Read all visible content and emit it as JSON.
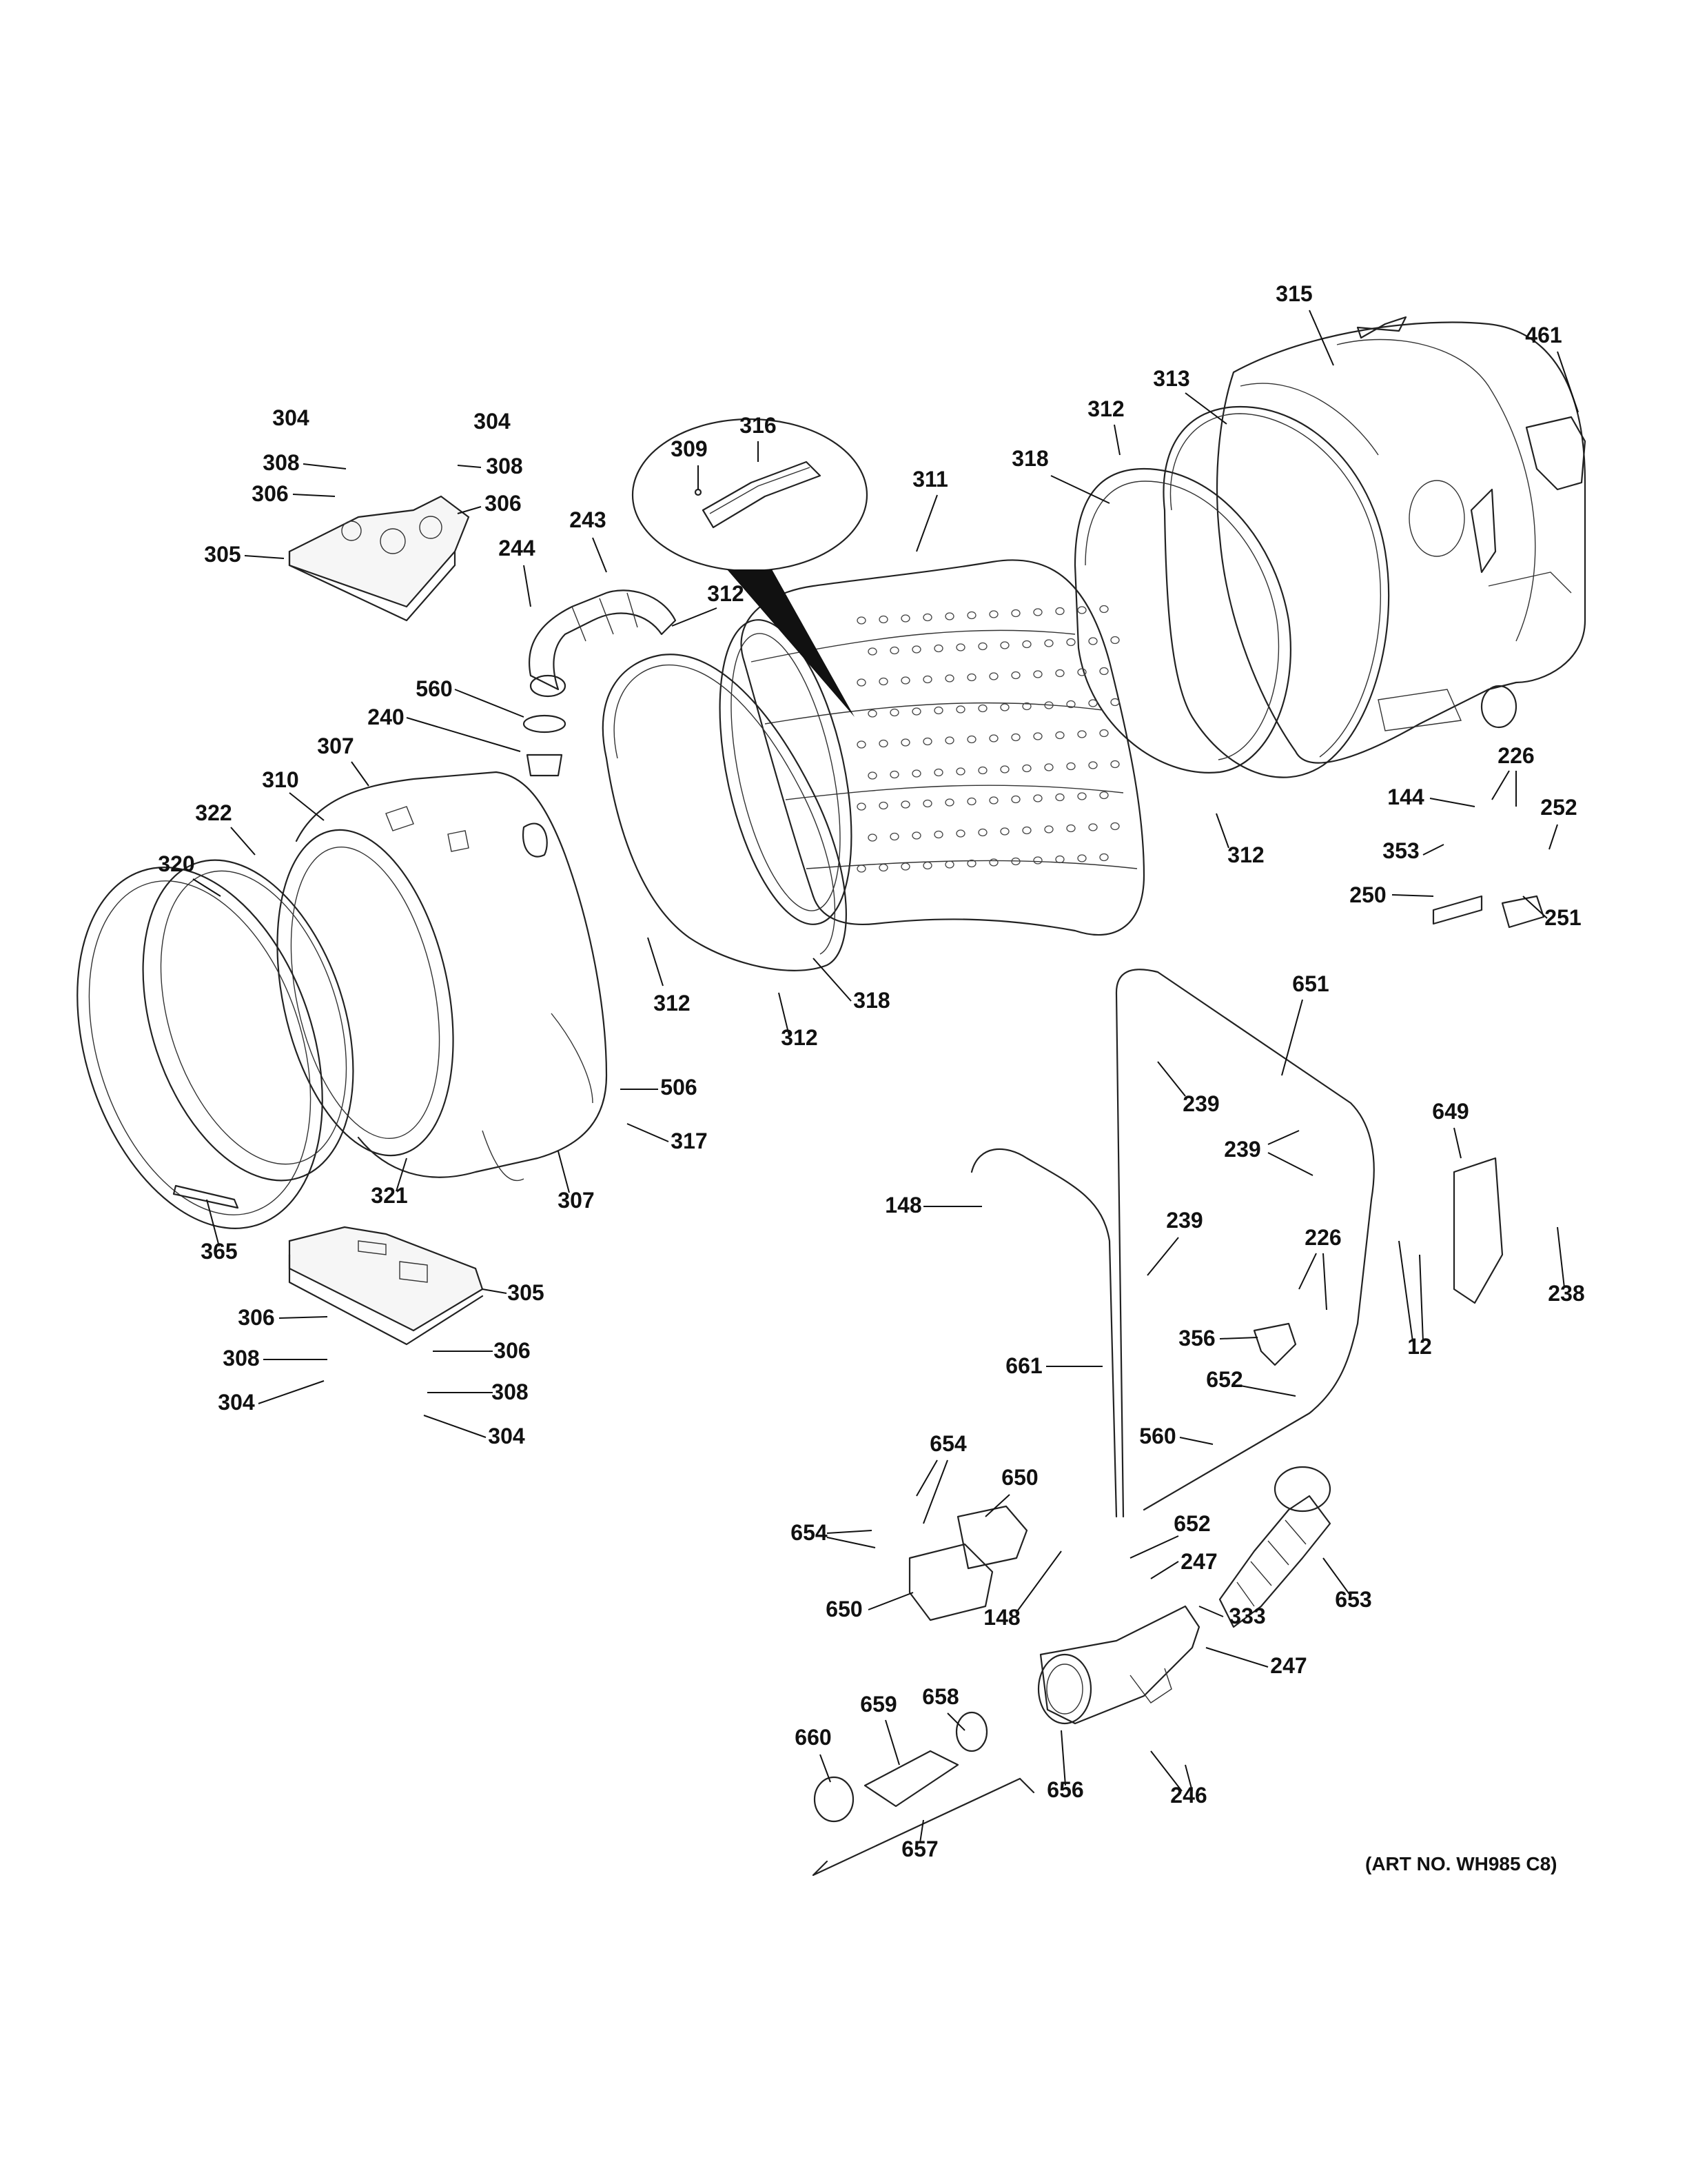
{
  "art_number": "(ART NO. WH985 C8)",
  "callouts": [
    {
      "id": "c1",
      "text": "315"
    },
    {
      "id": "c2",
      "text": "461"
    },
    {
      "id": "c3",
      "text": "313"
    },
    {
      "id": "c4",
      "text": "312"
    },
    {
      "id": "c5",
      "text": "318"
    },
    {
      "id": "c6",
      "text": "316"
    },
    {
      "id": "c7",
      "text": "309"
    },
    {
      "id": "c8",
      "text": "311"
    },
    {
      "id": "c9",
      "text": "304"
    },
    {
      "id": "c10",
      "text": "304"
    },
    {
      "id": "c11",
      "text": "308"
    },
    {
      "id": "c12",
      "text": "308"
    },
    {
      "id": "c13",
      "text": "306"
    },
    {
      "id": "c14",
      "text": "306"
    },
    {
      "id": "c15",
      "text": "305"
    },
    {
      "id": "c16",
      "text": "243"
    },
    {
      "id": "c17",
      "text": "244"
    },
    {
      "id": "c18",
      "text": "312"
    },
    {
      "id": "c19",
      "text": "560"
    },
    {
      "id": "c20",
      "text": "240"
    },
    {
      "id": "c21",
      "text": "307"
    },
    {
      "id": "c22",
      "text": "310"
    },
    {
      "id": "c23",
      "text": "322"
    },
    {
      "id": "c24",
      "text": "320"
    },
    {
      "id": "c25",
      "text": "312"
    },
    {
      "id": "c26",
      "text": "226"
    },
    {
      "id": "c27",
      "text": "144"
    },
    {
      "id": "c28",
      "text": "252"
    },
    {
      "id": "c29",
      "text": "353"
    },
    {
      "id": "c30",
      "text": "250"
    },
    {
      "id": "c31",
      "text": "251"
    },
    {
      "id": "c32",
      "text": "312"
    },
    {
      "id": "c33",
      "text": "318"
    },
    {
      "id": "c34",
      "text": "312"
    },
    {
      "id": "c35",
      "text": "651"
    },
    {
      "id": "c36",
      "text": "506"
    },
    {
      "id": "c37",
      "text": "317"
    },
    {
      "id": "c38",
      "text": "239"
    },
    {
      "id": "c39",
      "text": "649"
    },
    {
      "id": "c40",
      "text": "239"
    },
    {
      "id": "c41",
      "text": "321"
    },
    {
      "id": "c42",
      "text": "307"
    },
    {
      "id": "c43",
      "text": "148"
    },
    {
      "id": "c44",
      "text": "365"
    },
    {
      "id": "c45",
      "text": "239"
    },
    {
      "id": "c46",
      "text": "226"
    },
    {
      "id": "c47",
      "text": "238"
    },
    {
      "id": "c48",
      "text": "305"
    },
    {
      "id": "c49",
      "text": "356"
    },
    {
      "id": "c50",
      "text": "12"
    },
    {
      "id": "c51",
      "text": "306"
    },
    {
      "id": "c52",
      "text": "306"
    },
    {
      "id": "c53",
      "text": "308"
    },
    {
      "id": "c54",
      "text": "308"
    },
    {
      "id": "c55",
      "text": "304"
    },
    {
      "id": "c56",
      "text": "304"
    },
    {
      "id": "c57",
      "text": "661"
    },
    {
      "id": "c58",
      "text": "652"
    },
    {
      "id": "c59",
      "text": "560"
    },
    {
      "id": "c60",
      "text": "654"
    },
    {
      "id": "c61",
      "text": "650"
    },
    {
      "id": "c62",
      "text": "654"
    },
    {
      "id": "c63",
      "text": "652"
    },
    {
      "id": "c64",
      "text": "247"
    },
    {
      "id": "c65",
      "text": "650"
    },
    {
      "id": "c66",
      "text": "148"
    },
    {
      "id": "c67",
      "text": "333"
    },
    {
      "id": "c68",
      "text": "653"
    },
    {
      "id": "c69",
      "text": "247"
    },
    {
      "id": "c70",
      "text": "658"
    },
    {
      "id": "c71",
      "text": "659"
    },
    {
      "id": "c72",
      "text": "660"
    },
    {
      "id": "c73",
      "text": "656"
    },
    {
      "id": "c74",
      "text": "246"
    },
    {
      "id": "c75",
      "text": "657"
    }
  ]
}
